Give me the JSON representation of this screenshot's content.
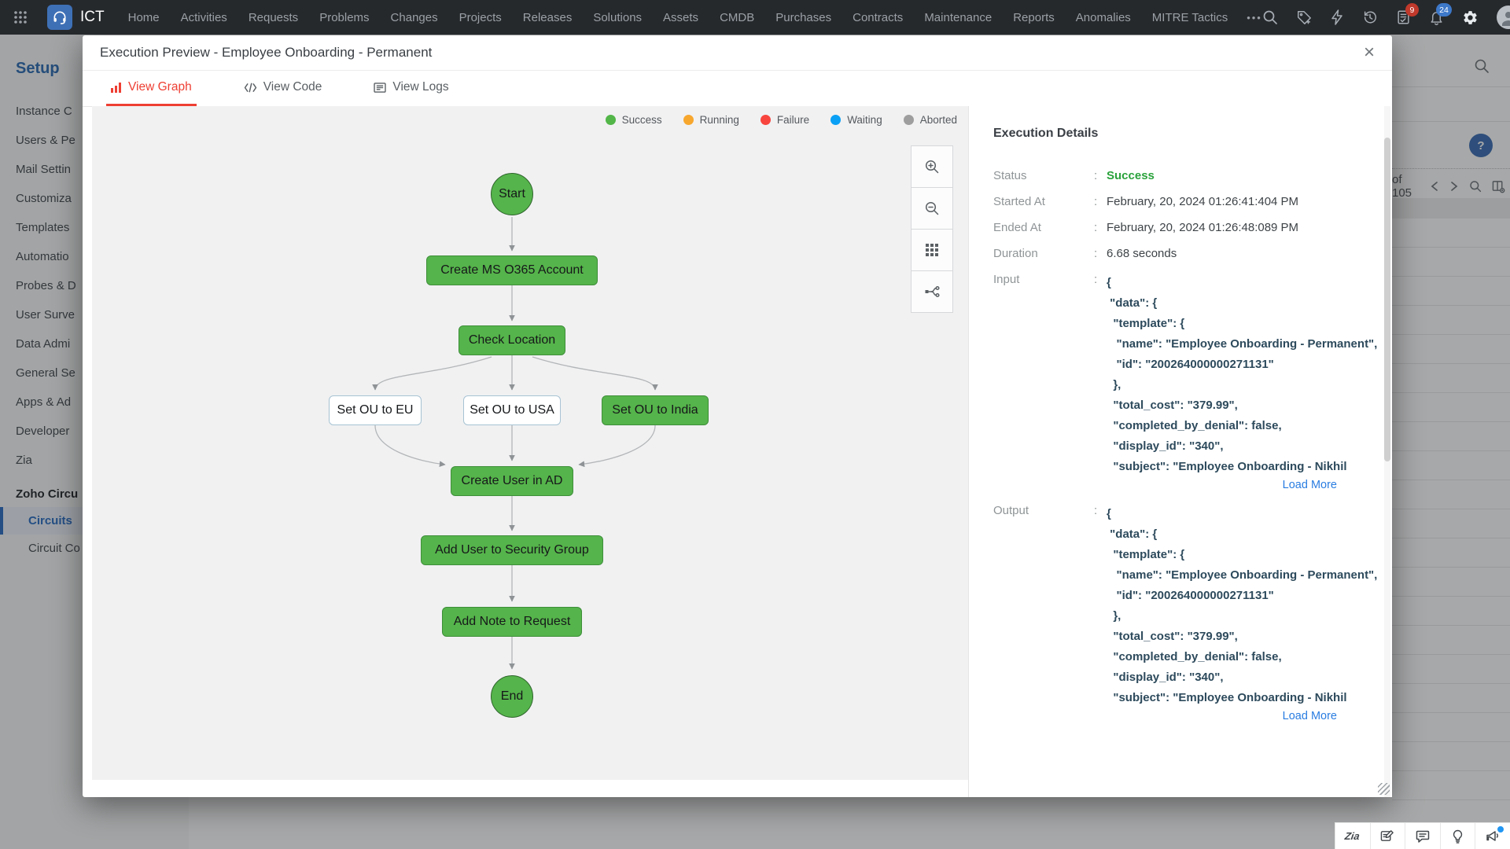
{
  "nav": {
    "brand": "ICT",
    "items": [
      "Home",
      "Activities",
      "Requests",
      "Problems",
      "Changes",
      "Projects",
      "Releases",
      "Solutions",
      "Assets",
      "CMDB",
      "Purchases",
      "Contracts",
      "Maintenance",
      "Reports",
      "Anomalies",
      "MITRE Tactics"
    ],
    "more_label": "•••",
    "right_icons": [
      "search-icon",
      "quick-add-icon",
      "lightning-icon",
      "history-icon",
      "approvals-icon",
      "notifications-icon",
      "settings-icon",
      "avatar"
    ],
    "badges": {
      "approvals": "9",
      "notifications": "24"
    }
  },
  "sidebar": {
    "title": "Setup",
    "items": [
      "Instance C",
      "Users & Pe",
      "Mail Settin",
      "Customiza",
      "Templates",
      "Automatio",
      "Probes & D",
      "User Surve",
      "Data Admi",
      "General Se",
      "Apps & Ad",
      "Developer",
      "Zia"
    ],
    "section_title": "Zoho Circu",
    "circuits_label": "Circuits",
    "circuit_config_label": "Circuit Co"
  },
  "background": {
    "pagination_label": "of 105",
    "help_label": "?",
    "icons": [
      "search-icon",
      "chevron-left-icon",
      "chevron-right-icon",
      "search-icon",
      "column-settings-icon"
    ]
  },
  "modal": {
    "title": "Execution Preview - Employee Onboarding - Permanent",
    "close_label": "×",
    "tabs": [
      {
        "label": "View Graph",
        "icon": "bar-chart-icon",
        "active": true
      },
      {
        "label": "View Code",
        "icon": "code-icon",
        "active": false
      },
      {
        "label": "View Logs",
        "icon": "logs-icon",
        "active": false
      }
    ],
    "legend": [
      {
        "label": "Success",
        "color": "#52b648"
      },
      {
        "label": "Running",
        "color": "#f7a72e"
      },
      {
        "label": "Failure",
        "color": "#f8453e"
      },
      {
        "label": "Waiting",
        "color": "#0aa0f5"
      },
      {
        "label": "Aborted",
        "color": "#9e9e9e"
      }
    ],
    "graph": {
      "status_colors": {
        "success": "#55b44b",
        "pending": "#ffffff"
      },
      "nodes": [
        {
          "id": "start",
          "label": "Start",
          "shape": "circle",
          "status": "success"
        },
        {
          "id": "o365",
          "label": "Create MS O365 Account",
          "shape": "rect",
          "status": "success"
        },
        {
          "id": "check",
          "label": "Check Location",
          "shape": "rect",
          "status": "success"
        },
        {
          "id": "eu",
          "label": "Set OU to EU",
          "shape": "rect",
          "status": "pending"
        },
        {
          "id": "usa",
          "label": "Set OU to USA",
          "shape": "rect",
          "status": "pending"
        },
        {
          "id": "india",
          "label": "Set OU to India",
          "shape": "rect",
          "status": "success"
        },
        {
          "id": "ad",
          "label": "Create User in AD",
          "shape": "rect",
          "status": "success"
        },
        {
          "id": "sec",
          "label": "Add User to Security Group",
          "shape": "rect",
          "status": "success"
        },
        {
          "id": "note",
          "label": "Add Note to Request",
          "shape": "rect",
          "status": "success"
        },
        {
          "id": "end",
          "label": "End",
          "shape": "circle",
          "status": "success"
        }
      ],
      "zoom_tools": [
        "zoom-in",
        "zoom-out",
        "grid-view",
        "auto-layout"
      ]
    },
    "details": {
      "title": "Execution Details",
      "fields": [
        {
          "label": "Status",
          "value": "Success"
        },
        {
          "label": "Started At",
          "value": "February, 20, 2024 01:26:41:404 PM"
        },
        {
          "label": "Ended At",
          "value": "February, 20, 2024 01:26:48:089 PM"
        },
        {
          "label": "Duration",
          "value": "6.68 seconds"
        }
      ],
      "status_color": "#2aa23c",
      "input_label": "Input",
      "output_label": "Output",
      "json_lines": [
        "{",
        " \"data\": {",
        "  \"template\": {",
        "   \"name\": \"Employee Onboarding - Permanent\",",
        "   \"id\": \"200264000000271131\"",
        "  },",
        "  \"total_cost\": \"379.99\",",
        "  \"completed_by_denial\": false,",
        "  \"display_id\": \"340\",",
        "  \"subject\": \"Employee Onboarding - Nikhil"
      ],
      "load_more_label": "Load More"
    }
  },
  "bottom_toolbar": {
    "icons": [
      "zia",
      "compose-note",
      "chat",
      "suggestions",
      "announcements"
    ],
    "announcement_dot_color": "#2196f3",
    "zia_label": "Zia"
  }
}
